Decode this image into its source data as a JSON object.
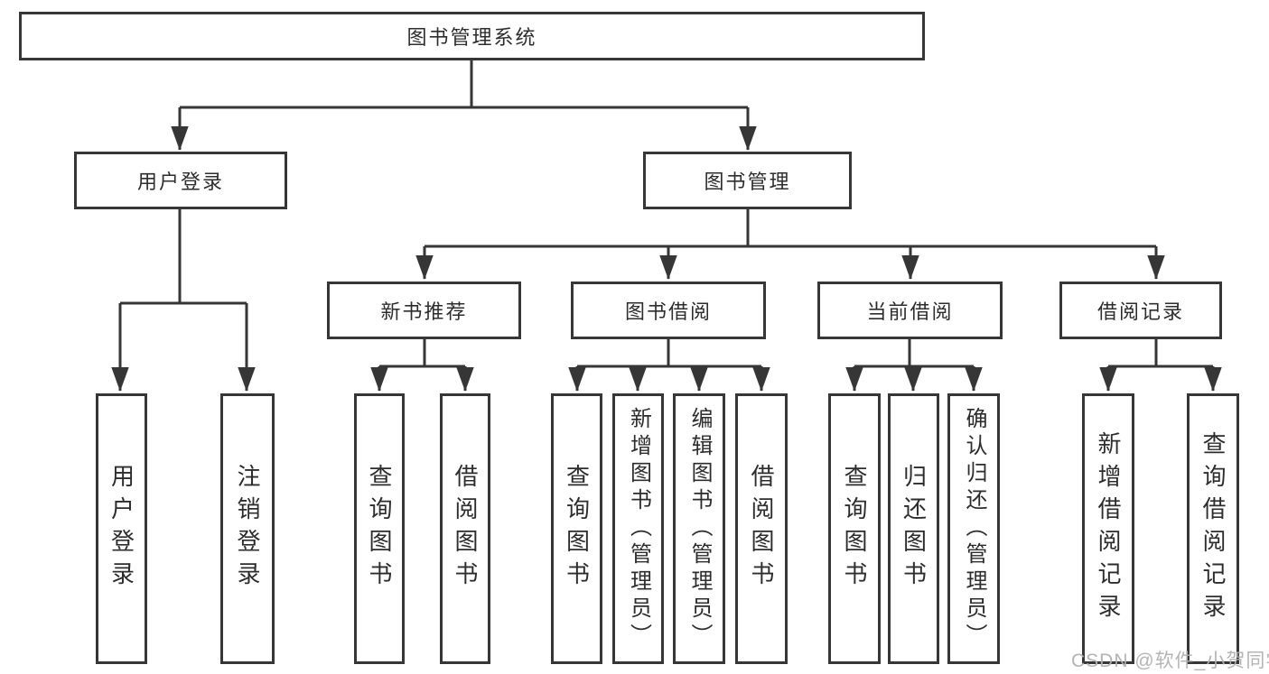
{
  "diagram": {
    "title": "图书管理系统",
    "watermark": "CSDN @软件_小贺同学",
    "colors": {
      "line": "#363636",
      "box_border": "#363636",
      "box_background": "#ffffff",
      "text": "#2d2d2d",
      "watermark_text": "#b0b0b0",
      "page_background": "#ffffff"
    },
    "nodes": {
      "root": {
        "label": "图书管理系统"
      },
      "user_login": {
        "label": "用户登录"
      },
      "book_mgmt": {
        "label": "图书管理"
      },
      "new_books": {
        "label": "新书推荐"
      },
      "book_borrow": {
        "label": "图书借阅"
      },
      "current_borrow": {
        "label": "当前借阅"
      },
      "borrow_records": {
        "label": "借阅记录"
      },
      "login": {
        "label": "用户登录"
      },
      "logout": {
        "label": "注销登录"
      },
      "nb_query": {
        "label": "查询图书"
      },
      "nb_borrow": {
        "label": "借阅图书"
      },
      "bb_query": {
        "label": "查询图书"
      },
      "bb_add": {
        "label": "新增图书（管理员）"
      },
      "bb_edit": {
        "label": "编辑图书（管理员）"
      },
      "bb_borrow": {
        "label": "借阅图书"
      },
      "cb_query": {
        "label": "查询图书"
      },
      "cb_return": {
        "label": "归还图书"
      },
      "cb_confirm": {
        "label": "确认归还（管理员）"
      },
      "br_add": {
        "label": "新增借阅记录"
      },
      "br_query": {
        "label": "查询借阅记录"
      }
    },
    "edges": [
      {
        "from": "root",
        "to": [
          "user_login",
          "book_mgmt"
        ]
      },
      {
        "from": "user_login",
        "to": [
          "login",
          "logout"
        ]
      },
      {
        "from": "book_mgmt",
        "to": [
          "new_books",
          "book_borrow",
          "current_borrow",
          "borrow_records"
        ]
      },
      {
        "from": "new_books",
        "to": [
          "nb_query",
          "nb_borrow"
        ]
      },
      {
        "from": "book_borrow",
        "to": [
          "bb_query",
          "bb_add",
          "bb_edit",
          "bb_borrow"
        ]
      },
      {
        "from": "current_borrow",
        "to": [
          "cb_query",
          "cb_return",
          "cb_confirm"
        ]
      },
      {
        "from": "borrow_records",
        "to": [
          "br_add",
          "br_query"
        ]
      }
    ]
  }
}
